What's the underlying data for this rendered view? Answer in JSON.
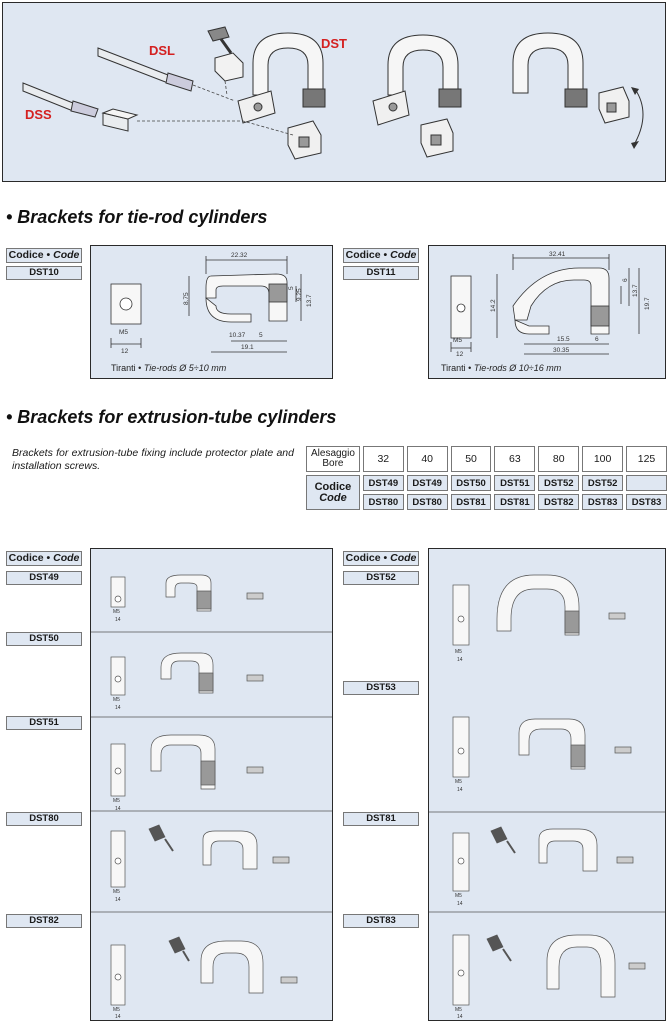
{
  "hero": {
    "labels": {
      "dsl": "DSL",
      "dst": "DST",
      "dss": "DSS"
    }
  },
  "tierod": {
    "title": "• Brackets for tie-rod cylinders",
    "code_head_a": "Codice • ",
    "code_head_b": "Code",
    "items": [
      {
        "code": "DST10",
        "caption_a": "Tiranti • ",
        "caption_b": "Tie-rods Ø 5÷10 mm",
        "dims": {
          "w": "22.32",
          "h1": "8.75",
          "h2": "13.7",
          "h3": "9.25",
          "h4": "5",
          "b1": "10.37",
          "b2": "5",
          "b3": "19.1",
          "m": "M5",
          "s": "12"
        }
      },
      {
        "code": "DST11",
        "caption_a": "Tiranti • ",
        "caption_b": "Tie-rods Ø 10÷16 mm",
        "dims": {
          "w": "32.41",
          "h1": "14.2",
          "h2": "19.7",
          "h3": "13.7",
          "h4": "6",
          "b1": "15.5",
          "b2": "6",
          "b3": "30.35",
          "m": "M5",
          "s": "12"
        }
      }
    ]
  },
  "extrusion": {
    "title": "• Brackets for extrusion-tube cylinders",
    "description": "Brackets for extrusion-tube fixing include protector plate and installation screws.",
    "table": {
      "head_a": "Alesaggio",
      "head_b": "Bore",
      "bores": [
        "32",
        "40",
        "50",
        "63",
        "80",
        "100",
        "125"
      ],
      "code_a": "Codice",
      "code_b": "Code",
      "row1": [
        "DST49",
        "DST49",
        "DST50",
        "DST51",
        "DST52",
        "DST52",
        ""
      ],
      "row2": [
        "DST80",
        "DST80",
        "DST81",
        "DST81",
        "DST82",
        "DST83",
        "DST83"
      ]
    },
    "left_codes": [
      "DST49",
      "DST50",
      "DST51",
      "DST80",
      "DST82"
    ],
    "right_codes": [
      "DST52",
      "DST53",
      "DST81",
      "DST83"
    ],
    "small_dims": {
      "m": "M5",
      "s": "14"
    }
  },
  "colors": {
    "panel": "#dfe7f2",
    "accent": "#d42020"
  }
}
